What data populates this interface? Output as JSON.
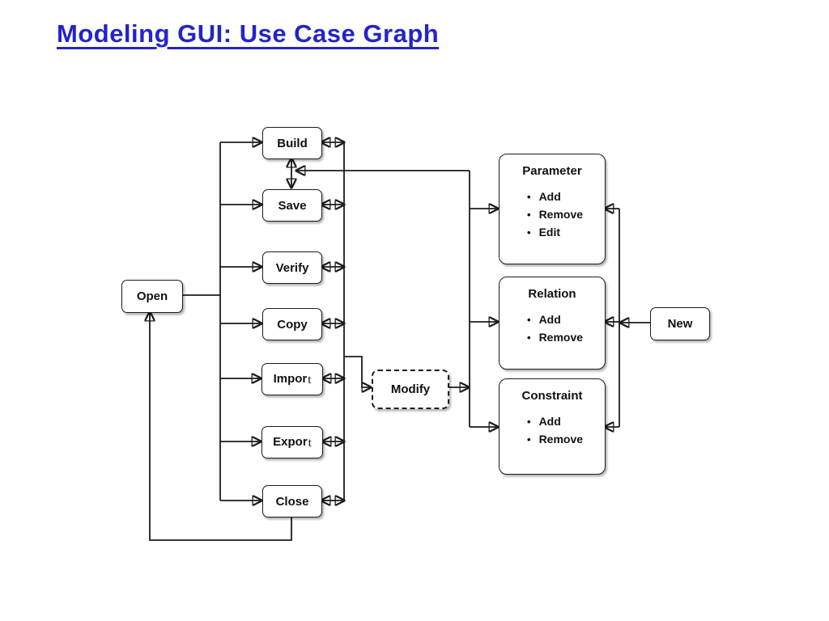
{
  "title": "Modeling GUI: Use Case Graph",
  "colors": {
    "title": "#2323cd",
    "ink": "#1c1c1c"
  },
  "icons": {
    "bullet": "•"
  },
  "diagram": {
    "open": {
      "label": "Open"
    },
    "actions": [
      {
        "label": "Build",
        "suffix": ""
      },
      {
        "label": "Save",
        "suffix": ""
      },
      {
        "label": "Verify",
        "suffix": ""
      },
      {
        "label": "Copy",
        "suffix": ""
      },
      {
        "label": "Impor",
        "suffix": "t"
      },
      {
        "label": "Expor",
        "suffix": "t"
      },
      {
        "label": "Close",
        "suffix": ""
      }
    ],
    "modify": {
      "label": "Modify"
    },
    "groups": [
      {
        "title": "Parameter",
        "items": [
          "Add",
          "Remove",
          "Edit"
        ]
      },
      {
        "title": "Relation",
        "items": [
          "Add",
          "Remove"
        ]
      },
      {
        "title": "Constraint",
        "items": [
          "Add",
          "Remove"
        ]
      }
    ],
    "new": {
      "label": "New"
    }
  }
}
